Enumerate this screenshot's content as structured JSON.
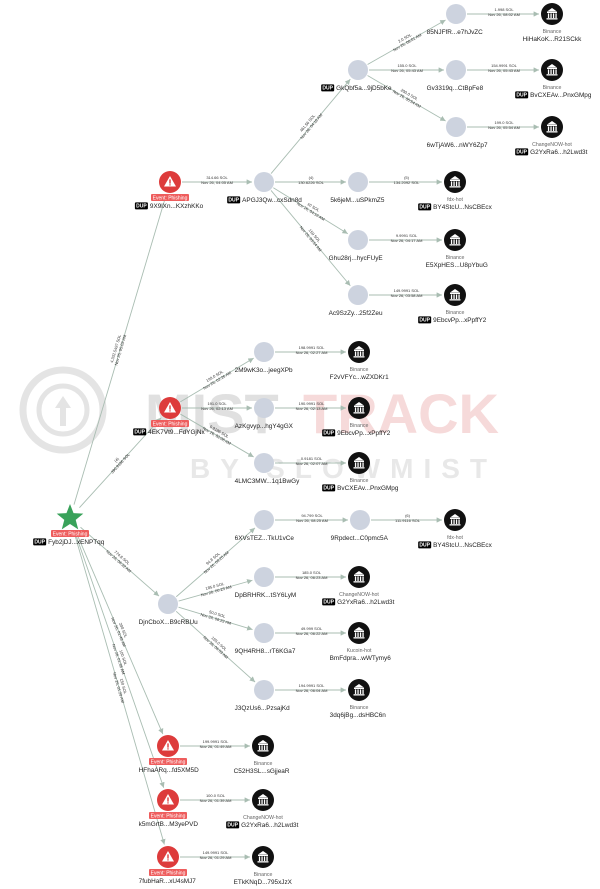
{
  "watermark": {
    "brand_a": "MIST",
    "brand_b": "TRACK",
    "sub": "BY SLOWMIST",
    "colors": {
      "gray": "#c8c8c8",
      "red": "#f0bcbc"
    }
  },
  "colors": {
    "edge": "#a9bdb2",
    "wallet": "#cdd3df",
    "exchange": "#111111",
    "phishing": "#dd3b3b",
    "root": "#39a25a",
    "tag": "#ee5d5d",
    "dup": "#000000"
  },
  "tag_text": "Event: Phishing",
  "dup_text": "DUP",
  "nodes": [
    {
      "id": "root",
      "kind": "root",
      "label": "Fyb2jDJ...xENPTqq",
      "dup": true,
      "tag": true
    },
    {
      "id": "p1",
      "kind": "phishing",
      "label": "9X9lXn...KXzhKKo",
      "dup": true,
      "tag": true
    },
    {
      "id": "p2",
      "kind": "phishing",
      "label": "4EK7Vt9...FdYGjNx",
      "dup": true,
      "tag": true
    },
    {
      "id": "p3",
      "kind": "phishing",
      "label": "HFhaARq...fd5XM5D",
      "dup": false,
      "tag": true
    },
    {
      "id": "p4",
      "kind": "phishing",
      "label": "k5mGrtB...M3yePVD",
      "dup": false,
      "tag": true
    },
    {
      "id": "p5",
      "kind": "phishing",
      "label": "7fubHaR...xU4sMJ7",
      "dup": false,
      "tag": true
    },
    {
      "id": "a",
      "kind": "wallet",
      "label": "APGJ3Qw...cxSdn8d",
      "dup": true
    },
    {
      "id": "b",
      "kind": "wallet",
      "label": "DjnCboX...B9cRBUu",
      "dup": false
    },
    {
      "id": "a1",
      "kind": "wallet",
      "label": "GkQbf5a...9jD5bKe",
      "dup": true
    },
    {
      "id": "a2",
      "kind": "wallet",
      "label": "5k6jeM...uSPkmZ5",
      "dup": false
    },
    {
      "id": "a3",
      "kind": "wallet",
      "label": "Ghu28rj...hycFUyE",
      "dup": false
    },
    {
      "id": "a4",
      "kind": "wallet",
      "label": "Ac9SzZy...25f2Zeu",
      "dup": false
    },
    {
      "id": "a1a",
      "kind": "wallet",
      "label": "85NJFfR...e7hJvZC",
      "dup": false
    },
    {
      "id": "a1b",
      "kind": "wallet",
      "label": "Gv3319q...CtBpFe8",
      "dup": false
    },
    {
      "id": "a1c",
      "kind": "wallet",
      "label": "6wTjAW6...nWY6Zp7",
      "dup": false
    },
    {
      "id": "p2a",
      "kind": "wallet",
      "label": "2M9wK3o...jeegXPb",
      "dup": false
    },
    {
      "id": "p2b",
      "kind": "wallet",
      "label": "AzKgvyp...hgY4gGX",
      "dup": false
    },
    {
      "id": "p2c",
      "kind": "wallet",
      "label": "4LMC3MW...1q1BwGy",
      "dup": false
    },
    {
      "id": "b1",
      "kind": "wallet",
      "label": "6XVsTEZ...TkU1vCe",
      "dup": false
    },
    {
      "id": "b1a",
      "kind": "wallet",
      "label": "9Rpdect...C0pmc5A",
      "dup": false
    },
    {
      "id": "b2",
      "kind": "wallet",
      "label": "DpBRHRK...tSY6LyM",
      "dup": false
    },
    {
      "id": "b3",
      "kind": "wallet",
      "label": "9QH4RH8...rT6KGa7",
      "dup": false
    },
    {
      "id": "b4",
      "kind": "wallet",
      "label": "J3QzUs6...PzsajKd",
      "dup": false
    },
    {
      "id": "x1",
      "kind": "exchange",
      "name": "Binance",
      "label": "HiHaKoK...R21SCkk",
      "dup": false
    },
    {
      "id": "x2",
      "kind": "exchange",
      "name": "Binance",
      "label": "BvCXEAv...PnxGMpg",
      "dup": true
    },
    {
      "id": "x3",
      "kind": "exchange",
      "name": "ChangeNOW-hot",
      "label": "G2YxRa6...h2Lwd3t",
      "dup": true
    },
    {
      "id": "x4",
      "kind": "exchange",
      "name": "fdx-hot",
      "label": "BY4StcU...NsCBEcx",
      "dup": true
    },
    {
      "id": "x5",
      "kind": "exchange",
      "name": "Binance",
      "label": "E5XpHES...U8pYbuG",
      "dup": false
    },
    {
      "id": "x6",
      "kind": "exchange",
      "name": "Binance",
      "label": "9EbcvPp...xPpffY2",
      "dup": true
    },
    {
      "id": "x7",
      "kind": "exchange",
      "name": "Binance",
      "label": "F2vVFYc...wZXDKr1",
      "dup": false
    },
    {
      "id": "x8",
      "kind": "exchange",
      "name": "Binance",
      "label": "9EbcvPp...xPpffY2",
      "dup": true
    },
    {
      "id": "x9",
      "kind": "exchange",
      "name": "Binance",
      "label": "BvCXEAv...PnxGMpg",
      "dup": true
    },
    {
      "id": "x10",
      "kind": "exchange",
      "name": "fdx-hot",
      "label": "BY4StcU...NsCBEcx",
      "dup": true
    },
    {
      "id": "x11",
      "kind": "exchange",
      "name": "ChangeNOW-hot",
      "label": "G2YxRa6...h2Lwd3t",
      "dup": true
    },
    {
      "id": "x12",
      "kind": "exchange",
      "name": "Kucoin-hot",
      "label": "BmFdpra...wWTymy6",
      "dup": false
    },
    {
      "id": "x13",
      "kind": "exchange",
      "name": "Binance",
      "label": "3dq6jBg...dsHBC6n",
      "dup": false
    },
    {
      "id": "x14",
      "kind": "exchange",
      "name": "Binance",
      "label": "C52H3SL...sGjjeaR",
      "dup": false
    },
    {
      "id": "x15",
      "kind": "exchange",
      "name": "ChangeNOW-hot",
      "label": "G2YxRa6...h2Lwd3t",
      "dup": true
    },
    {
      "id": "x16",
      "kind": "exchange",
      "name": "Binance",
      "label": "ETkKNqD...795xJzX",
      "dup": false
    }
  ],
  "edges": [
    {
      "from": "root",
      "to": "p1",
      "amount": "4,332.5497 SOL",
      "time": "Nov 26, 05:03 AM"
    },
    {
      "from": "root",
      "to": "p2",
      "amount": "(4)",
      "time": "390.9186 SOL"
    },
    {
      "from": "root",
      "to": "b",
      "amount": "774.8 SOL",
      "time": "Nov 26, 06:22 AM"
    },
    {
      "from": "root",
      "to": "p3",
      "amount": "200 SOL",
      "time": "Nov 26, 01:48 AM"
    },
    {
      "from": "root",
      "to": "p4",
      "amount": "100 SOL",
      "time": "Nov 26, 01:38 AM"
    },
    {
      "from": "root",
      "to": "p5",
      "amount": "150 SOL",
      "time": "Nov 26, 01:29 AM"
    },
    {
      "from": "p1",
      "to": "a",
      "amount": "314.66 SOL",
      "time": "Nov 26, 04:05 AM"
    },
    {
      "from": "a",
      "to": "a1",
      "amount": "461.56 SOL",
      "time": "Nov 26, 04:16 AM"
    },
    {
      "from": "a",
      "to": "a2",
      "amount": "(4)",
      "time": "130.6226 SOL"
    },
    {
      "from": "a",
      "to": "a3",
      "amount": "10 SOL",
      "time": "Nov 26, 04:16 AM"
    },
    {
      "from": "a",
      "to": "a4",
      "amount": "150 SOL",
      "time": "Nov 26, 03:54 AM"
    },
    {
      "from": "a1",
      "to": "a1a",
      "amount": "2.0 SOL",
      "time": "Nov 26, 08:01 AM"
    },
    {
      "from": "a1",
      "to": "a1b",
      "amount": "155.0 SOL",
      "time": "Nov 26, 05:43 AM"
    },
    {
      "from": "a1",
      "to": "a1c",
      "amount": "200.0 SOL",
      "time": "Nov 26, 05:54 AM"
    },
    {
      "from": "a1a",
      "to": "x1",
      "amount": "1.998 SOL",
      "time": "Nov 26, 08:02 AM"
    },
    {
      "from": "a1b",
      "to": "x2",
      "amount": "154.9991 SOL",
      "time": "Nov 26, 05:43 AM"
    },
    {
      "from": "a1c",
      "to": "x3",
      "amount": "199.0 SOL",
      "time": "Nov 26, 05:54 AM"
    },
    {
      "from": "a2",
      "to": "x4",
      "amount": "(5)",
      "time": "134.2092 SOL"
    },
    {
      "from": "a3",
      "to": "x5",
      "amount": "9.9991 SOL",
      "time": "Nov 26, 04:17 AM"
    },
    {
      "from": "a4",
      "to": "x6",
      "amount": "149.9991 SOL",
      "time": "Nov 26, 03:58 AM"
    },
    {
      "from": "p2",
      "to": "p2a",
      "amount": "199.0 SOL",
      "time": "Nov 26, 02:26 AM"
    },
    {
      "from": "p2",
      "to": "p2b",
      "amount": "191.0 SOL",
      "time": "Nov 26, 02:13 AM"
    },
    {
      "from": "p2",
      "to": "p2c",
      "amount": "0.9186 SOL",
      "time": "Nov 26, 02:06 AM"
    },
    {
      "from": "p2a",
      "to": "x7",
      "amount": "198.9991 SOL",
      "time": "Nov 26, 02:27 AM"
    },
    {
      "from": "p2b",
      "to": "x8",
      "amount": "190.9991 SOL",
      "time": "Nov 26, 02:13 AM"
    },
    {
      "from": "p2c",
      "to": "x9",
      "amount": "0.9181 SOL",
      "time": "Nov 26, 02:07 AM"
    },
    {
      "from": "b",
      "to": "b1",
      "amount": "94.8 SOL",
      "time": "Nov 26, 08:25 AM"
    },
    {
      "from": "b",
      "to": "b2",
      "amount": "185.0 SOL",
      "time": "Nov 26, 06:23 AM"
    },
    {
      "from": "b",
      "to": "b3",
      "amount": "50.0 SOL",
      "time": "Nov 26, 06:22 AM"
    },
    {
      "from": "b",
      "to": "b4",
      "amount": "195.0 SOL",
      "time": "Nov 26, 06:03 AM"
    },
    {
      "from": "b1",
      "to": "b1a",
      "amount": "94.799 SOL",
      "time": "Nov 26, 08:25 AM"
    },
    {
      "from": "b1a",
      "to": "x10",
      "amount": "(6)",
      "time": "111.9116 SOL"
    },
    {
      "from": "b2",
      "to": "x11",
      "amount": "185.0 SOL",
      "time": "Nov 26, 06:23 AM"
    },
    {
      "from": "b3",
      "to": "x12",
      "amount": "49.999 SOL",
      "time": "Nov 26, 06:22 AM"
    },
    {
      "from": "b4",
      "to": "x13",
      "amount": "194.9991 SOL",
      "time": "Nov 26, 06:04 AM"
    },
    {
      "from": "p3",
      "to": "x14",
      "amount": "199.9991 SOL",
      "time": "Nov 26, 01:49 AM"
    },
    {
      "from": "p4",
      "to": "x15",
      "amount": "100.0 SOL",
      "time": "Nov 26, 01:39 AM"
    },
    {
      "from": "p5",
      "to": "x16",
      "amount": "149.9991 SOL",
      "time": "Nov 26, 01:29 AM"
    }
  ]
}
